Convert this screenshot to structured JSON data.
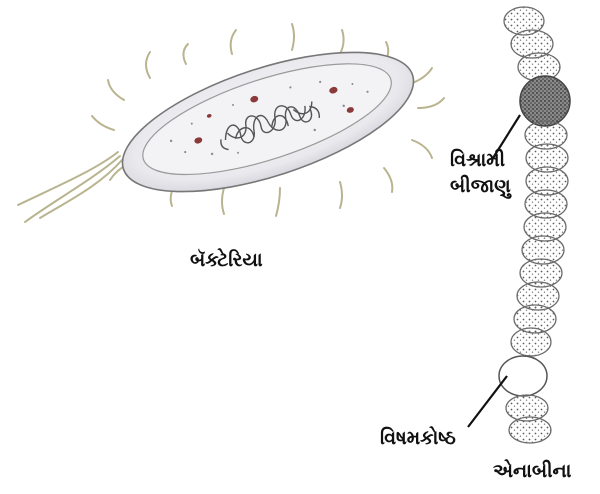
{
  "labels": {
    "bacteria": "બૅક્ટેરિયા",
    "resting_spore_line1": "વિશ્રામી",
    "resting_spore_line2": "બીજાણુ",
    "heterocyst": "વિષમકોષ્ઠ",
    "anabaena": "એનાબીના"
  },
  "colors": {
    "cell_fill": "#efeff2",
    "cell_stroke": "#777777",
    "chromosome": "#555555",
    "granule": "#8a3a3a",
    "flagella": "#b9b48f",
    "spore_fill": "#6f6f6f"
  }
}
